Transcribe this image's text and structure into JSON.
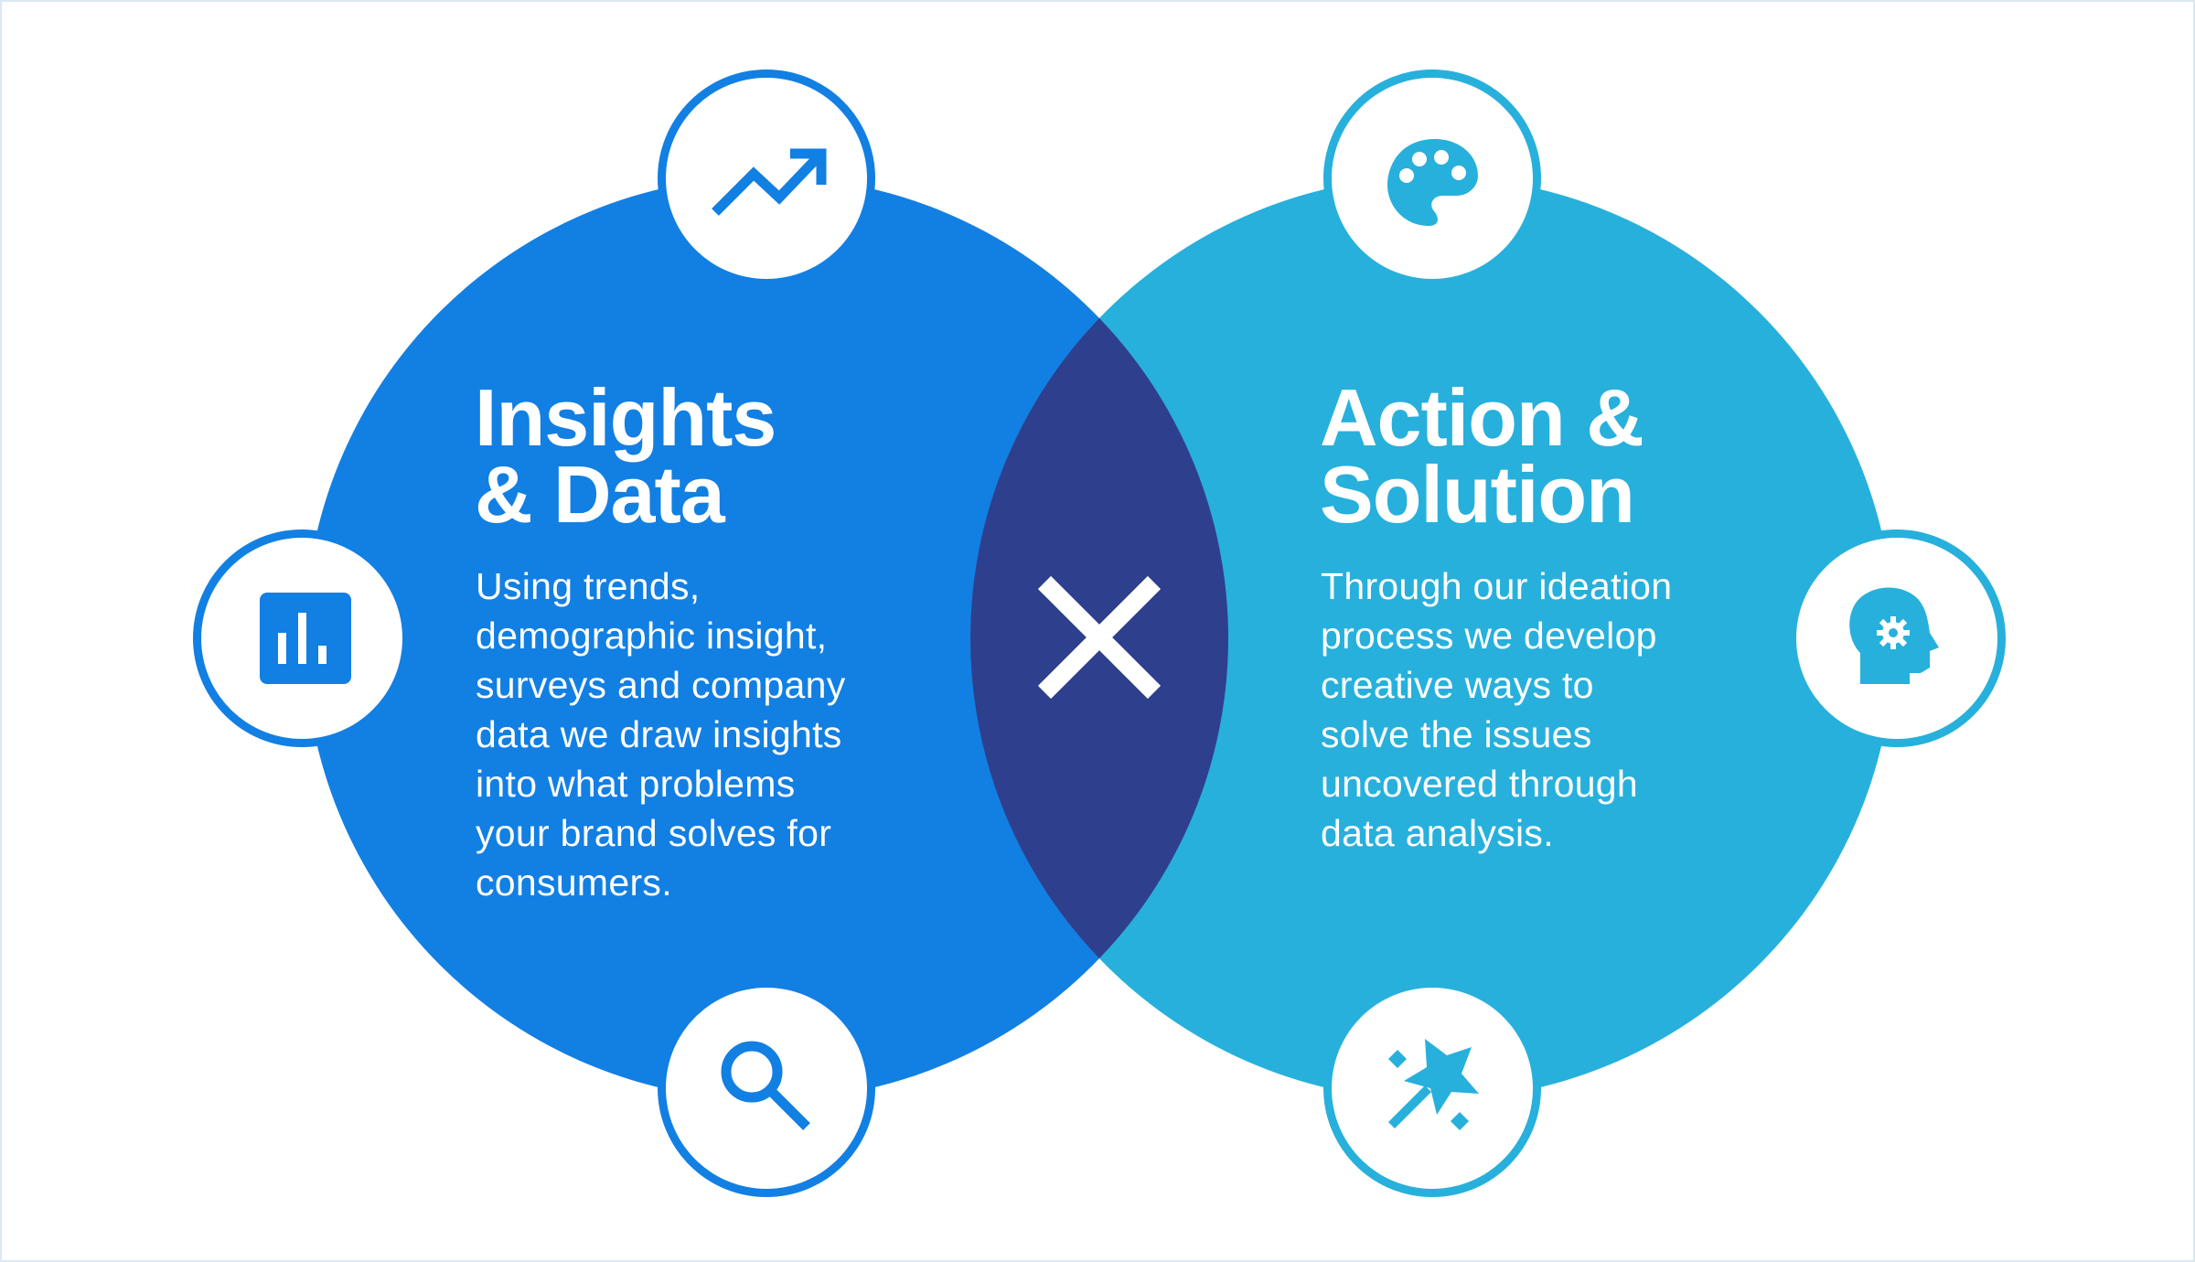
{
  "left": {
    "title_lines": [
      "Insights",
      "& Data"
    ],
    "body_lines": [
      "Using trends,",
      "demographic insight,",
      "surveys and company",
      "data we draw insights",
      "into what problems",
      "your brand solves for",
      "consumers."
    ],
    "color": "#127FE3",
    "icons": [
      "trending-up-icon",
      "bar-chart-icon",
      "search-icon"
    ]
  },
  "right": {
    "title_lines": [
      "Action &",
      "Solution"
    ],
    "body_lines": [
      "Through our ideation",
      "process we develop",
      "creative ways to",
      "solve the issues",
      "uncovered through",
      "data analysis."
    ],
    "color": "#27B0DC",
    "icons": [
      "palette-icon",
      "head-gear-icon",
      "magic-wand-icon"
    ]
  },
  "intersection": {
    "color": "#2E3F8D",
    "icon": "multiply-icon"
  }
}
